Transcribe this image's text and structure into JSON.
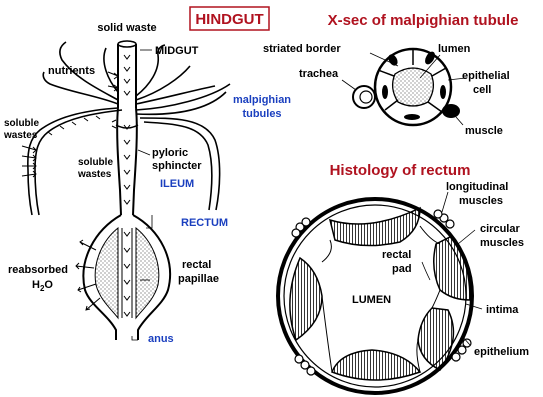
{
  "titles": {
    "hindgut": "HINDGUT",
    "xsec": "X-sec of malpighian tubule",
    "rectum_histology": "Histology of rectum"
  },
  "hindgut_labels": {
    "solid_waste": "solid waste",
    "midgut": "MIDGUT",
    "nutrients": "nutrients",
    "malpighian_line1": "malpighian",
    "malpighian_line2": "tubules",
    "soluble_wastes_1_line1": "soluble",
    "soluble_wastes_1_line2": "wastes",
    "soluble_wastes_2_line1": "soluble",
    "soluble_wastes_2_line2": "wastes",
    "pyloric_line1": "pyloric",
    "pyloric_line2": "sphincter",
    "ileum": "ILEUM",
    "rectum": "RECTUM",
    "reabsorbed": "reabsorbed",
    "water": "H",
    "water_sub": "2",
    "water_o": "O",
    "rectal_papillae_line1": "rectal",
    "rectal_papillae_line2": "papillae",
    "anus": "anus"
  },
  "xsec_labels": {
    "striated_border": "striated border",
    "lumen": "lumen",
    "trachea": "trachea",
    "epithelial_line1": "epithelial",
    "epithelial_line2": "cell",
    "muscle": "muscle"
  },
  "rectum_labels": {
    "longitudinal_line1": "longitudinal",
    "longitudinal_line2": "muscles",
    "circular_line1": "circular",
    "circular_line2": "muscles",
    "rectal_pad_line1": "rectal",
    "rectal_pad_line2": "pad",
    "lumen": "LUMEN",
    "intima": "intima",
    "epithelium": "epithelium"
  },
  "colors": {
    "blue_labels": "#1a3fbf",
    "red_titles": "#b0121f",
    "hindgut_box_border": "#b0121f"
  }
}
